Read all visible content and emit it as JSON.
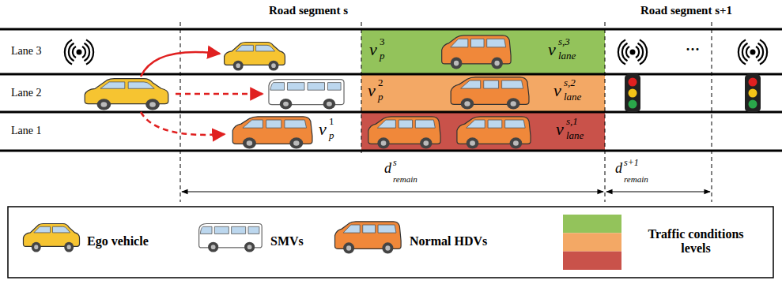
{
  "diagram": {
    "nodes": [
      {
        "text": [
          "v",
          "3",
          "p",
          "v",
          "s,3",
          "lane"
        ]
      },
      {
        "text": [
          "v",
          "2",
          "p",
          "v",
          "s,2",
          "lane"
        ]
      },
      {
        "text": [
          "v",
          "s,1",
          "lane"
        ]
      }
    ],
    "edges": [],
    "labels": [
      "Road segment s",
      "Road segment s+1",
      "Lane 3",
      "Lane 2",
      "Lane 1",
      "···",
      "v",
      "1",
      "p",
      "d",
      "s",
      "remain",
      "d",
      "s+1",
      "remain"
    ],
    "legend": [
      {
        "text": "Ego vehicle"
      },
      {
        "text": "SMVs"
      },
      {
        "text": "Normal HDVs"
      },
      {
        "text": "Traffic conditions levels"
      }
    ]
  }
}
